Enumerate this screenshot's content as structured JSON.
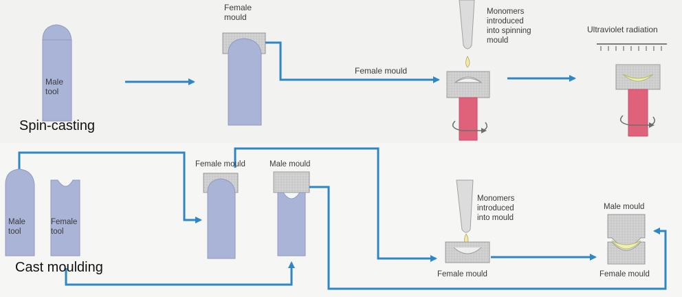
{
  "spin_casting": {
    "title": "Spin-casting",
    "male_tool": "Male\ntool",
    "female_mould": "Female\nmould",
    "arrow_label": "Female mould",
    "monomers": "Monomers\nintroduced\ninto spinning\nmould",
    "uv": "Ultraviolet radiation"
  },
  "cast_moulding": {
    "title": "Cast moulding",
    "male_tool": "Male\ntool",
    "female_tool": "Female\ntool",
    "female_mould_top": "Female mould",
    "male_mould_top": "Male mould",
    "monomers": "Monomers\nintroduced\ninto mould",
    "male_mould_right": "Male mould",
    "female_mould_bottom": "Female mould",
    "female_mould_right": "Female mould"
  },
  "colors": {
    "arrow": "#2f86c6",
    "tool": "#a9b4d6",
    "mould": "#cfcfcf",
    "spindle": "#e0627a",
    "lens": "#eef0b0"
  }
}
